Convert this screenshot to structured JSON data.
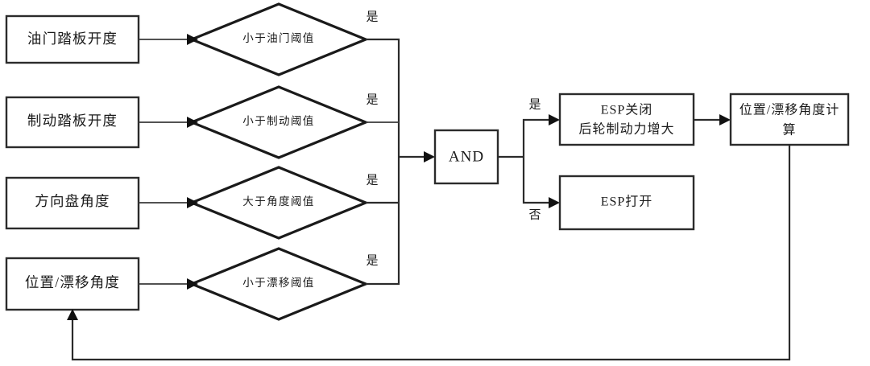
{
  "diagram": {
    "title": "ESP control logic flowchart",
    "stroke_color": "#2b2b2b",
    "accent_color": "#111111",
    "background": "#ffffff",
    "inputs": [
      {
        "id": "input-throttle",
        "label": "油门踏板开度"
      },
      {
        "id": "input-brake",
        "label": "制动踏板开度"
      },
      {
        "id": "input-steering",
        "label": "方向盘角度"
      },
      {
        "id": "input-drift",
        "label": "位置/漂移角度"
      }
    ],
    "decisions": [
      {
        "id": "decision-throttle",
        "label": "小于油门阈值",
        "yes_label": "是"
      },
      {
        "id": "decision-brake",
        "label": "小于制动阈值",
        "yes_label": "是"
      },
      {
        "id": "decision-steering",
        "label": "大于角度阈值",
        "yes_label": "是"
      },
      {
        "id": "decision-drift",
        "label": "小于漂移阈值",
        "yes_label": "是"
      }
    ],
    "gate": {
      "id": "and-gate",
      "label": "AND"
    },
    "branches": {
      "yes_label": "是",
      "no_label": "否"
    },
    "outputs": [
      {
        "id": "output-esp-off",
        "line1": "ESP关闭",
        "line2": "后轮制动力增大"
      },
      {
        "id": "output-esp-on",
        "line1": "ESP打开"
      }
    ],
    "final": {
      "id": "position-drift-calc",
      "line1": "位置/漂移角度计",
      "line2": "算"
    }
  }
}
